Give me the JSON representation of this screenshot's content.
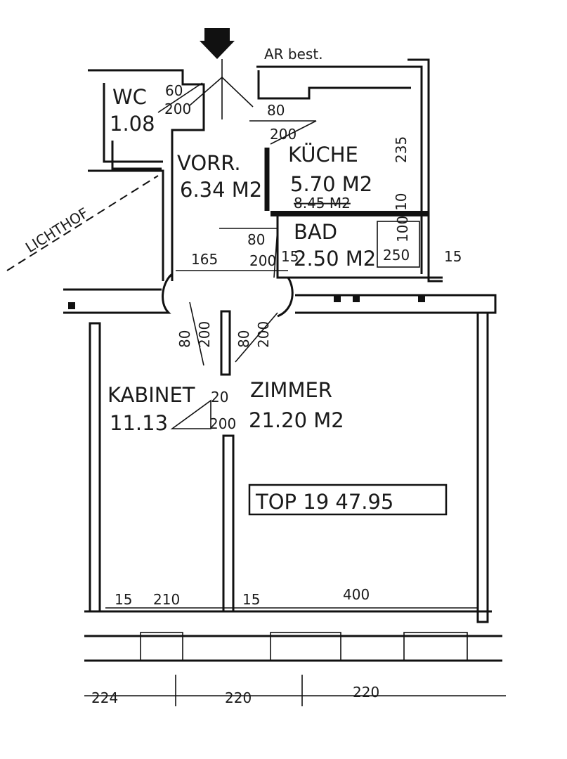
{
  "plan": {
    "entrance_note": "AR best.",
    "rooms": {
      "wc": {
        "name": "WC",
        "area": "1.08"
      },
      "vorraum": {
        "name": "VORR.",
        "area": "6.34 M2"
      },
      "kueche": {
        "name": "KÜCHE",
        "area": "5.70 M2",
        "old_area": "8.45 M2"
      },
      "bad": {
        "name": "BAD",
        "area": "2.50 M2"
      },
      "kabinett": {
        "name": "KABINET",
        "area": "11.13"
      },
      "zimmer": {
        "name": "ZIMMER",
        "area": "21.20 M2"
      },
      "lichthof": {
        "name": "LICHTHOF"
      }
    },
    "unit_label": "TOP 19  47.95",
    "doors": {
      "wc": {
        "width": "60",
        "height": "200"
      },
      "kueche": {
        "width": "80",
        "height": "200"
      },
      "bad": {
        "width": "80",
        "height": "200"
      },
      "kabinett_left": {
        "width": "80",
        "height": "200"
      },
      "zimmer_right": {
        "width": "80",
        "height": "200"
      },
      "kabinett_zimmer": {
        "width": "20",
        "height": "200"
      }
    },
    "dimensions": {
      "kueche_side": "235",
      "kueche_bad_wall": "10",
      "bath_tub_width": "100",
      "bath_tub_length": "250",
      "bad_wall": "15",
      "right_wall": "15",
      "vorraum_width": "165",
      "kabinett_wall": "15",
      "kabinett_width": "210",
      "zimmer_wall": "15",
      "zimmer_width": "400",
      "axis_1": "224",
      "axis_2": "220",
      "axis_3": "220"
    }
  }
}
